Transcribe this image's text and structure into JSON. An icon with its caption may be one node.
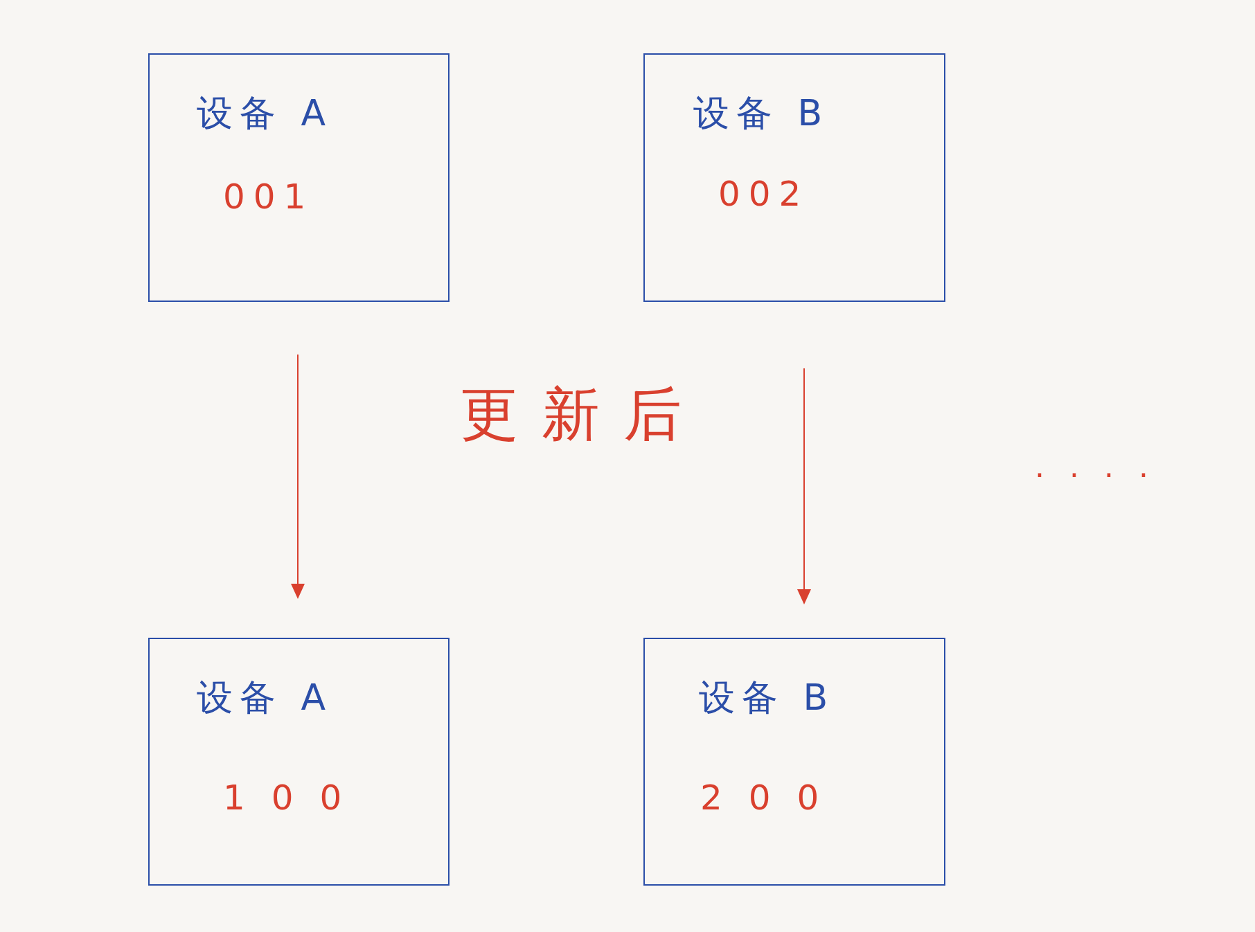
{
  "diagram": {
    "nodes": [
      {
        "text": [
          "设备 A",
          "001"
        ]
      },
      {
        "text": [
          "设备 B",
          "002"
        ]
      },
      {
        "text": [
          "设备 A",
          "100"
        ]
      },
      {
        "text": [
          "设备 B",
          "200"
        ]
      }
    ],
    "edges": [
      {
        "from": 0,
        "to": 2,
        "arrow": "to"
      },
      {
        "from": 1,
        "to": 3,
        "arrow": "to"
      }
    ],
    "labels": [
      "更新后",
      "...."
    ]
  }
}
